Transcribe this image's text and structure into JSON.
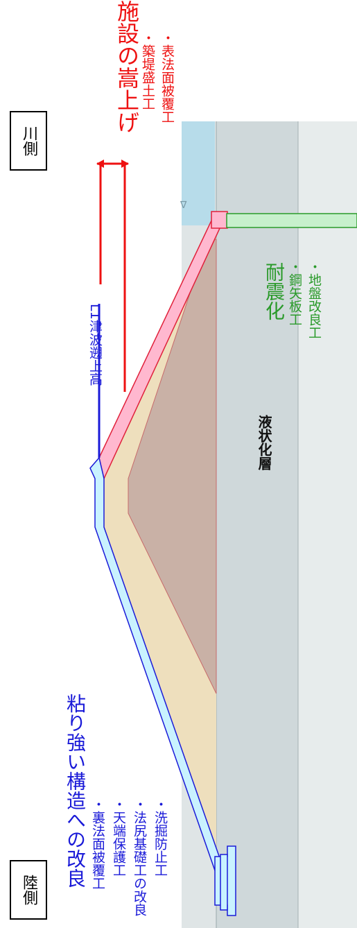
{
  "side_labels": {
    "land": "陸側",
    "river": "川側"
  },
  "layer_label": "液状化層",
  "tsunami_label": "L1津波遡上高",
  "raise": {
    "title": "施設の嵩上げ",
    "items": [
      "・築堤盛土工",
      "・表法面被覆工"
    ]
  },
  "seismic": {
    "title": "耐震化",
    "items": [
      "・鋼矢板工",
      "・地盤改良工"
    ]
  },
  "resilient": {
    "title": "粘り強い構造への改良",
    "items": [
      "・裏法面被覆工",
      "・天端保護工",
      "・法尻基礎工の改良",
      "・洗掘防止工"
    ]
  },
  "colors": {
    "red": "#ee1111",
    "blue": "#1a1ad8",
    "green": "#2a9a2a",
    "ground": "#c8d2d4",
    "water": "#b7dcea",
    "fill_pink": "#ffb8cf",
    "fill_cyan": "#c9f2ff",
    "fill_tan": "#eedfbd",
    "fill_brown": "#c9b1a6",
    "sheet_pile": "#c7f0cc"
  }
}
